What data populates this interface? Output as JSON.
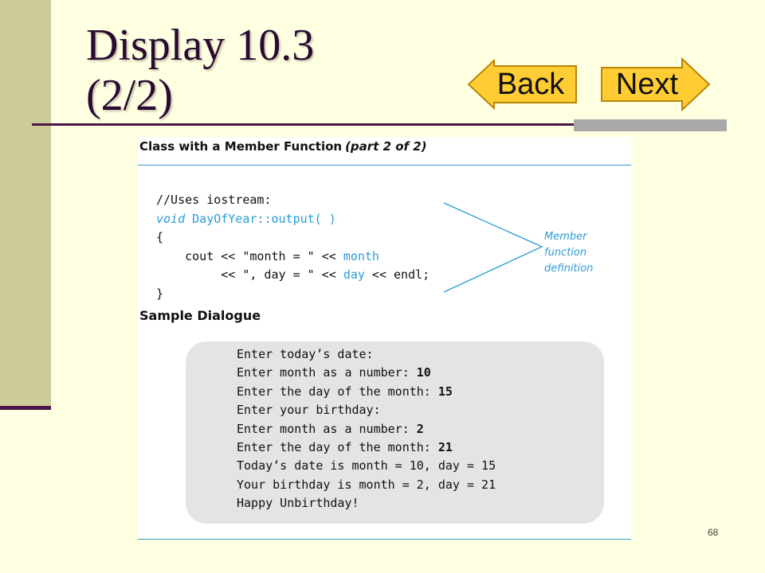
{
  "slide": {
    "title_line1": "Display 10.3",
    "title_line2": "(2/2)",
    "page_number": "68"
  },
  "nav": {
    "back_label": "Back",
    "next_label": "Next",
    "button_color": "#FFCC33"
  },
  "figure": {
    "caption_bold": "Class with a Member Function",
    "caption_part": "(part 2 of 2)",
    "code": {
      "comment": "//Uses iostream:",
      "void_kw": "void",
      "header_rest": " DayOfYear::output( )",
      "open_brace": "{",
      "cout_prefix": "    cout << \"month = \" << ",
      "month_var": "month",
      "cont_prefix": "         << \", day = \" << ",
      "day_var": "day",
      "endl_suffix": " << endl;",
      "close_brace": "}"
    },
    "annotation_line1": "Member function",
    "annotation_line2": "definition",
    "accent_color": "#2A9BD6",
    "sample_heading": "Sample Dialogue",
    "dialogue": {
      "line1": "Enter today’s date:",
      "line2_text": "Enter month as a number: ",
      "line2_input": "10",
      "line3_text": "Enter the day of the month: ",
      "line3_input": "15",
      "line4": "Enter your birthday:",
      "line5_text": "Enter month as a number: ",
      "line5_input": "2",
      "line6_text": "Enter the day of the month: ",
      "line6_input": "21",
      "line7": "Today’s date is month = 10, day = 15",
      "line8": "Your birthday is month = 2, day = 21",
      "line9": "Happy Unbirthday!"
    }
  }
}
